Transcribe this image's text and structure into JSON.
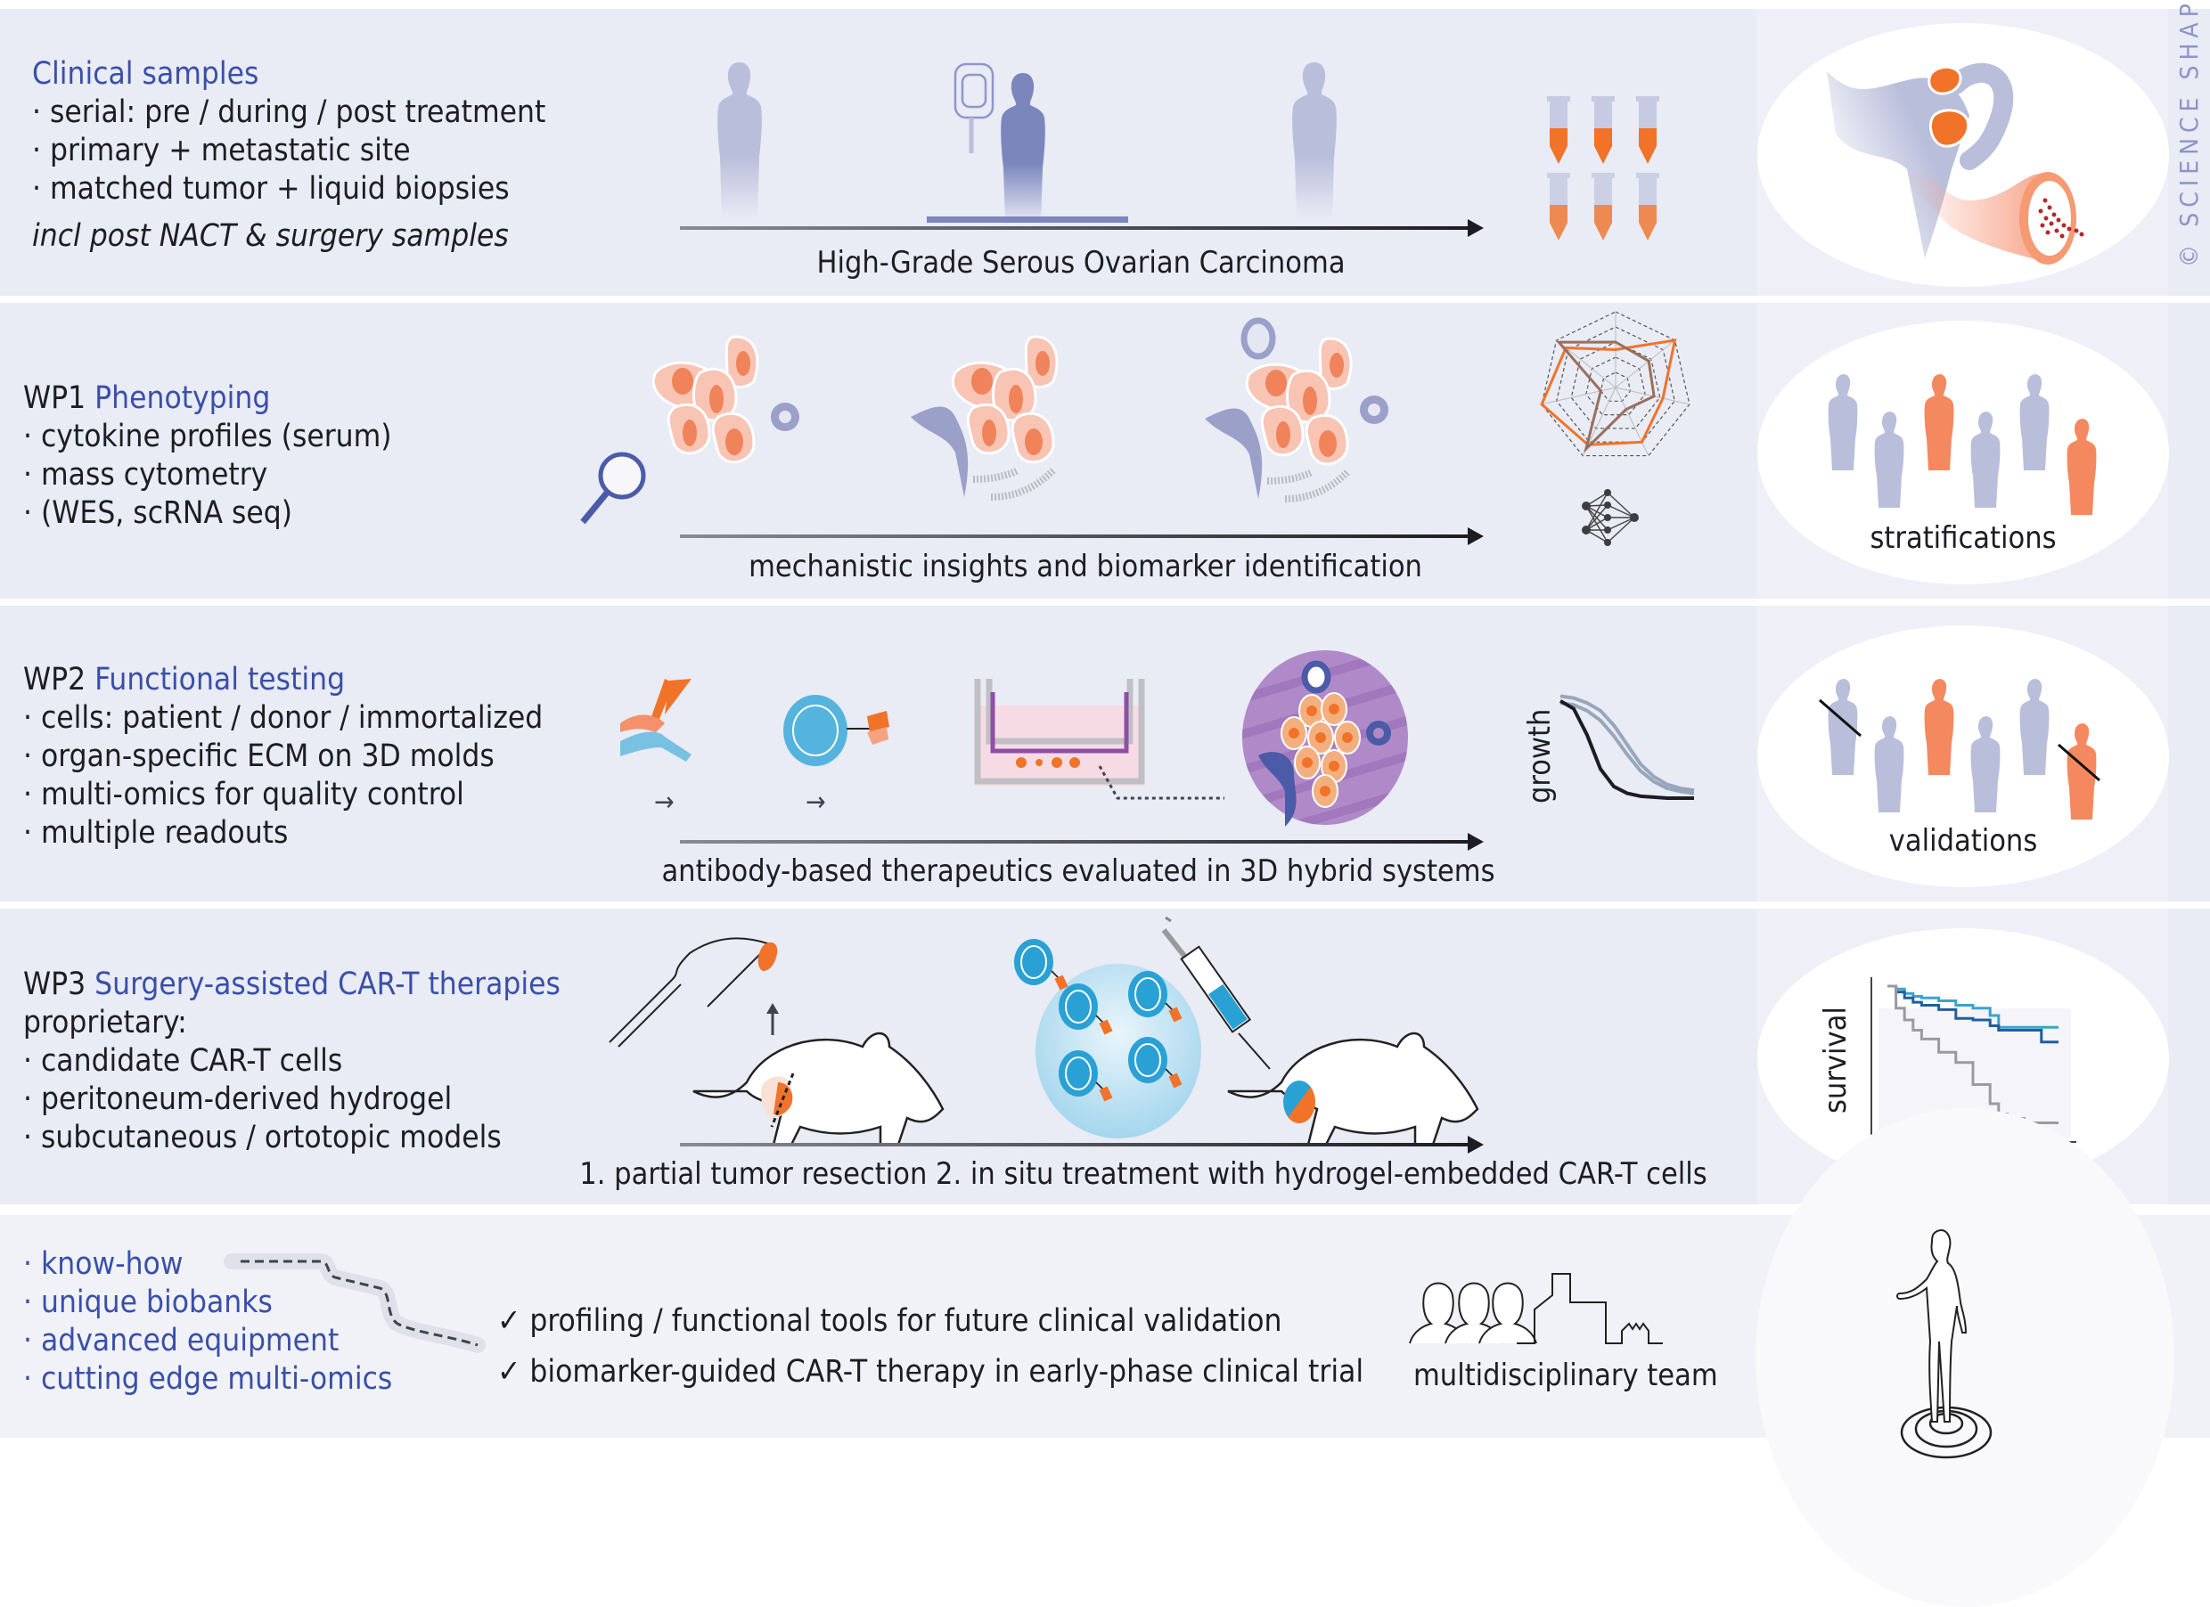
{
  "colors": {
    "accent_blue": "#3a4fa8",
    "tumor_orange": "#f07329",
    "patient_lavender": "#b9bedb",
    "patient_dark": "#7b86bd",
    "row_bg": "#e9ebf5",
    "right_col_bg": "#eff0f7",
    "bottom_bg": "#f1f2f8"
  },
  "copyright": "© SCIENCE SHAPED",
  "clinical": {
    "title": "Clinical samples",
    "bullets": [
      "· serial: pre / during / post treatment",
      "· primary + metastatic site",
      "· matched tumor + liquid biopsies"
    ],
    "note": "incl post NACT  & surgery samples",
    "caption": "High-Grade Serous Ovarian Carcinoma",
    "icons": [
      "patient-pre-icon",
      "patient-during-infusion-icon",
      "patient-post-icon",
      "sample-tubes-icon",
      "ovary-tumor-icon",
      "blood-vessel-icon"
    ]
  },
  "wp1": {
    "label": "WP1",
    "title": "Phenotyping",
    "bullets": [
      "· cytokine profiles (serum)",
      "· mass cytometry",
      "· (WES, scRNA seq)"
    ],
    "caption": "mechanistic insights and biomarker identification",
    "outcome": "stratifications"
  },
  "wp2": {
    "label": "WP2",
    "title": "Functional testing",
    "bullets": [
      "· cells: patient / donor / immortalized",
      "· organ-specific ECM on 3D molds",
      "· multi-omics for quality control",
      "· multiple readouts"
    ],
    "caption": "antibody-based therapeutics evaluated in 3D hybrid systems",
    "growth_label": "growth",
    "outcome": "validations"
  },
  "wp3": {
    "label": "WP3",
    "title": "Surgery-assisted CAR-T therapies",
    "subtitle": "proprietary:",
    "bullets": [
      "· candidate CAR-T cells",
      "· peritoneum-derived hydrogel",
      "· subcutaneous / ortotopic models"
    ],
    "caption": "1. partial tumor resection  2. in situ treatment with hydrogel-embedded CAR-T cells",
    "survival_label": "survival"
  },
  "bottom": {
    "assets": [
      "· know-how",
      "· unique biobanks",
      "· advanced equipment",
      "· cutting edge multi-omics"
    ],
    "outcomes": [
      "✓ profiling / functional tools for future clinical validation",
      "✓ biomarker-guided CAR-T therapy in early-phase clinical trial"
    ],
    "team_label": "multidisciplinary team"
  },
  "chart_data": [
    {
      "type": "line",
      "title": "radar profile (7 axes)",
      "axes": 7,
      "rlim": [
        0,
        5
      ],
      "series": [
        {
          "name": "profile-orange",
          "color": "#f07329",
          "values": [
            2.5,
            5,
            3.2,
            4,
            4.2,
            5,
            4.2
          ]
        },
        {
          "name": "profile-brown",
          "color": "#9a6e5c",
          "values": [
            3,
            2.8,
            2.6,
            1.6,
            4.5,
            1,
            4.8
          ]
        }
      ]
    },
    {
      "type": "line",
      "title": "",
      "ylabel": "growth",
      "x": [
        0,
        0.1,
        0.2,
        0.3,
        0.4,
        0.5,
        0.6,
        0.7,
        0.8,
        0.9,
        1.0
      ],
      "series": [
        {
          "name": "treated",
          "color": "#1c1c22",
          "values": [
            1.0,
            0.92,
            0.65,
            0.3,
            0.12,
            0.05,
            0.02,
            0.01,
            0.0,
            0.0,
            0.0
          ]
        },
        {
          "name": "control-1",
          "color": "#97a7bb",
          "values": [
            1.05,
            1.03,
            0.98,
            0.9,
            0.75,
            0.55,
            0.35,
            0.22,
            0.14,
            0.1,
            0.08
          ]
        },
        {
          "name": "control-2",
          "color": "#97a7bb",
          "values": [
            0.98,
            0.96,
            0.9,
            0.8,
            0.64,
            0.45,
            0.28,
            0.17,
            0.1,
            0.07,
            0.05
          ]
        }
      ],
      "ylim": [
        0,
        1.1
      ]
    },
    {
      "type": "line",
      "title": "Kaplan-Meier",
      "ylabel": "survival",
      "x": [
        0,
        0.05,
        0.1,
        0.15,
        0.2,
        0.3,
        0.4,
        0.5,
        0.6,
        0.65,
        0.7,
        0.8,
        0.9,
        1.0
      ],
      "series": [
        {
          "name": "light-blue",
          "color": "#3ba3cc",
          "values": [
            1.0,
            0.98,
            0.95,
            0.93,
            0.92,
            0.9,
            0.87,
            0.85,
            0.8,
            0.72,
            0.72,
            0.72,
            0.72,
            0.72
          ]
        },
        {
          "name": "dark-blue",
          "color": "#1f5fa0",
          "values": [
            1.0,
            0.96,
            0.92,
            0.89,
            0.87,
            0.84,
            0.78,
            0.77,
            0.73,
            0.7,
            0.7,
            0.7,
            0.62,
            0.62
          ]
        },
        {
          "name": "gray",
          "color": "#9a9aa0",
          "values": [
            1.0,
            0.85,
            0.77,
            0.7,
            0.64,
            0.55,
            0.48,
            0.33,
            0.2,
            0.13,
            0.1,
            0.07,
            0.07,
            0.07
          ]
        }
      ],
      "ylim": [
        0,
        1
      ]
    }
  ]
}
